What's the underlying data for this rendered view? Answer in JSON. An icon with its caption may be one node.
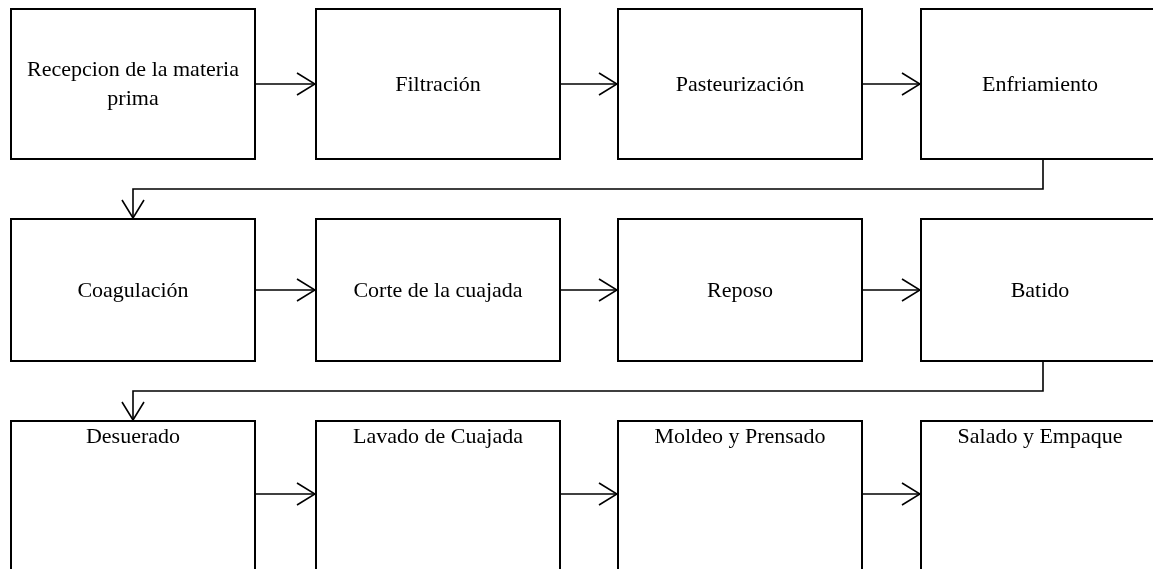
{
  "diagram": {
    "nodes": [
      {
        "text": [
          "Recepcion de la materia prima"
        ]
      },
      {
        "text": [
          "Filtración"
        ]
      },
      {
        "text": [
          "Pasteurización"
        ]
      },
      {
        "text": [
          "Enfriamiento"
        ]
      },
      {
        "text": [
          "Coagulación"
        ]
      },
      {
        "text": [
          "Corte de la cuajada"
        ]
      },
      {
        "text": [
          "Reposo"
        ]
      },
      {
        "text": [
          "Batido"
        ]
      },
      {
        "text": [
          "Desuerado"
        ]
      },
      {
        "text": [
          "Lavado de Cuajada"
        ]
      },
      {
        "text": [
          "Moldeo y Prensado"
        ]
      },
      {
        "text": [
          "Salado y Empaque"
        ]
      }
    ],
    "edges": [
      {
        "from": 0,
        "to": 1,
        "arrow": "to"
      },
      {
        "from": 1,
        "to": 2,
        "arrow": "to"
      },
      {
        "from": 2,
        "to": 3,
        "arrow": "to"
      },
      {
        "from": 3,
        "to": 4,
        "arrow": "to"
      },
      {
        "from": 4,
        "to": 5,
        "arrow": "to"
      },
      {
        "from": 5,
        "to": 6,
        "arrow": "to"
      },
      {
        "from": 6,
        "to": 7,
        "arrow": "to"
      },
      {
        "from": 7,
        "to": 8,
        "arrow": "to"
      },
      {
        "from": 8,
        "to": 9,
        "arrow": "to"
      },
      {
        "from": 9,
        "to": 10,
        "arrow": "to"
      },
      {
        "from": 10,
        "to": 11,
        "arrow": "to"
      }
    ]
  }
}
